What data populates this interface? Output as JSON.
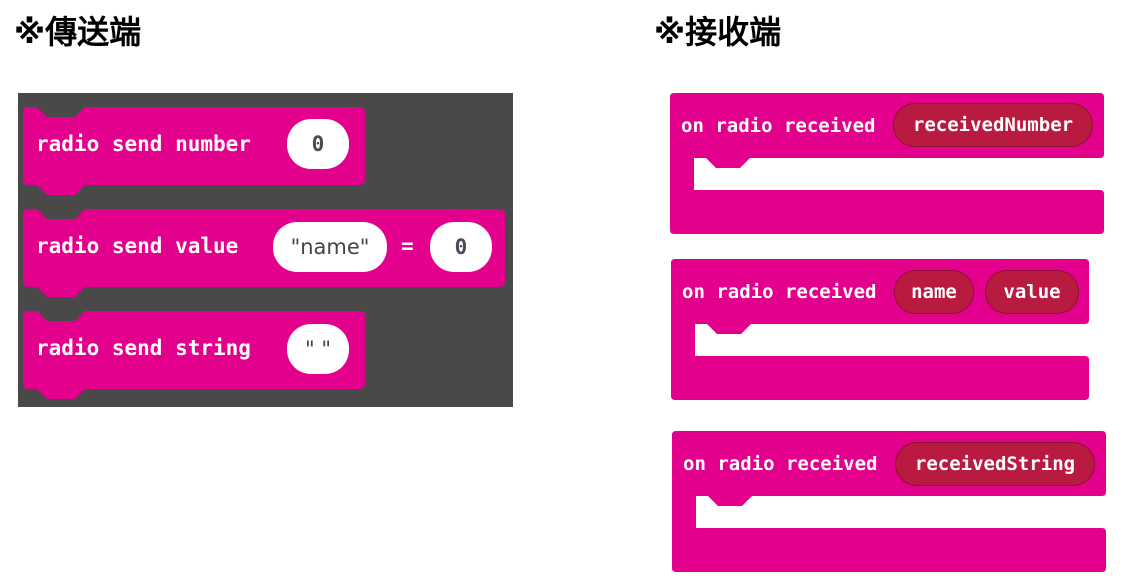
{
  "headings": {
    "sender": "※傳送端",
    "receiver": "※接收端"
  },
  "colors": {
    "block": "#e3008c",
    "workspace": "#4a4849",
    "variable": "#b91a40"
  },
  "sender_blocks": {
    "send_number": {
      "label": "radio send number",
      "value": "0"
    },
    "send_value": {
      "label": "radio send value",
      "name": "\"name\"",
      "equals": "=",
      "value": "0"
    },
    "send_string": {
      "label": "radio send string",
      "value": "\" \""
    }
  },
  "receiver_blocks": {
    "received_number": {
      "label": "on radio received",
      "var": "receivedNumber"
    },
    "received_value": {
      "label": "on radio received",
      "var1": "name",
      "var2": "value"
    },
    "received_string": {
      "label": "on radio received",
      "var": "receivedString"
    }
  }
}
